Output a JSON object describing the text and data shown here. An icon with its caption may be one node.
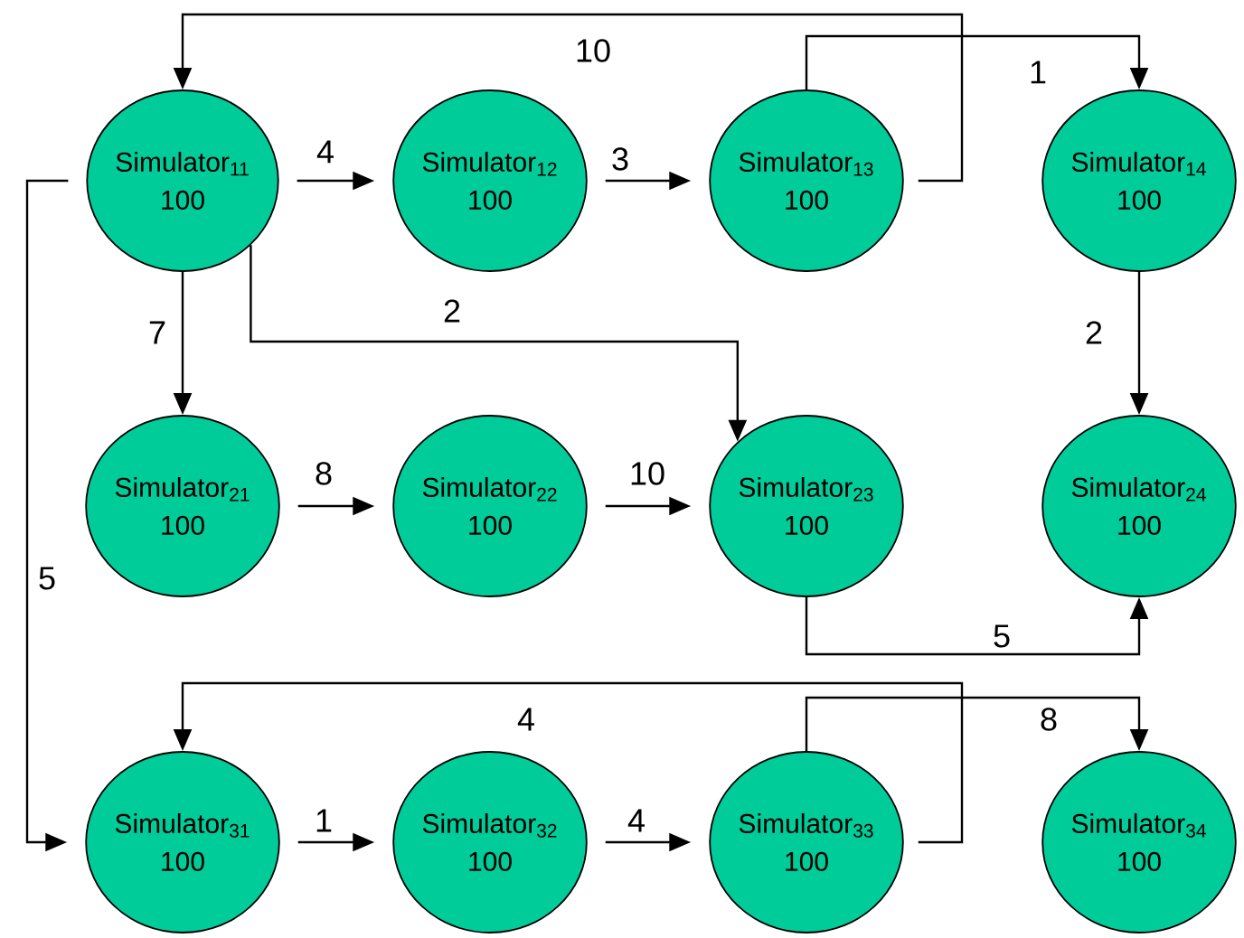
{
  "diagram": {
    "nodes": [
      {
        "text": [
          "Simulator$_{11}$",
          "100"
        ]
      },
      {
        "text": [
          "Simulator$_{12}$",
          "100"
        ]
      },
      {
        "text": [
          "Simulator$_{13}$",
          "100"
        ]
      },
      {
        "text": [
          "Simulator$_{14}$",
          "100"
        ]
      },
      {
        "text": [
          "Simulator$_{21}$",
          "100"
        ]
      },
      {
        "text": [
          "Simulator$_{22}$",
          "100"
        ]
      },
      {
        "text": [
          "Simulator$_{23}$",
          "100"
        ]
      },
      {
        "text": [
          "Simulator$_{24}$",
          "100"
        ]
      },
      {
        "text": [
          "Simulator$_{31}$",
          "100"
        ]
      },
      {
        "text": [
          "Simulator$_{32}$",
          "100"
        ]
      },
      {
        "text": [
          "Simulator$_{33}$",
          "100"
        ]
      },
      {
        "text": [
          "Simulator$_{34}$",
          "100"
        ]
      }
    ],
    "edges": [
      {
        "from": 0,
        "to": 1,
        "arrow": "to",
        "label": "4"
      },
      {
        "from": 1,
        "to": 2,
        "arrow": "to",
        "label": "3"
      },
      {
        "from": 2,
        "to": 0,
        "arrow": "to",
        "label": "10"
      },
      {
        "from": 2,
        "to": 3,
        "arrow": "to",
        "label": "1"
      },
      {
        "from": 0,
        "to": 4,
        "arrow": "to",
        "label": "7"
      },
      {
        "from": 0,
        "to": 6,
        "arrow": "to",
        "label": "2"
      },
      {
        "from": 3,
        "to": 7,
        "arrow": "to",
        "label": "2"
      },
      {
        "from": 4,
        "to": 5,
        "arrow": "to",
        "label": "8"
      },
      {
        "from": 5,
        "to": 6,
        "arrow": "to",
        "label": "10"
      },
      {
        "from": 6,
        "to": 7,
        "arrow": "to",
        "label": "5"
      },
      {
        "from": 0,
        "to": 8,
        "arrow": "to",
        "label": "5"
      },
      {
        "from": 8,
        "to": 9,
        "arrow": "to",
        "label": "1"
      },
      {
        "from": 9,
        "to": 10,
        "arrow": "to",
        "label": "4"
      },
      {
        "from": 10,
        "to": 8,
        "arrow": "to",
        "label": "4"
      },
      {
        "from": 10,
        "to": 11,
        "arrow": "to",
        "label": "8"
      }
    ]
  }
}
